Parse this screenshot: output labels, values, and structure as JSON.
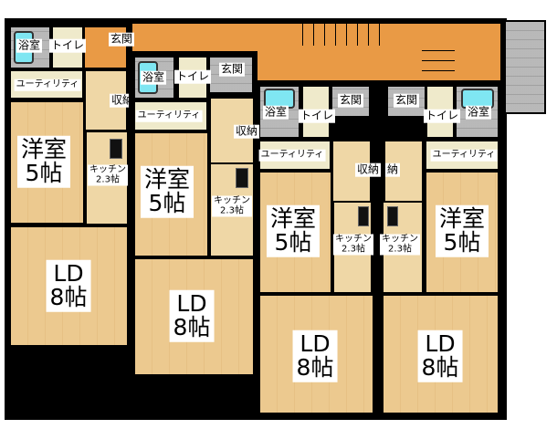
{
  "plan": {
    "units": [
      {
        "bath": "浴室",
        "toilet": "トイレ",
        "entrance": "玄関",
        "utility": "ユーティリティ",
        "storage": "収納",
        "western_room": "洋室\n5帖",
        "kitchen": "キッチン\n2.3帖",
        "ld": "LD\n8帖"
      },
      {
        "bath": "浴室",
        "toilet": "トイレ",
        "entrance": "玄関",
        "utility": "ユーティリティ",
        "storage": "収納",
        "western_room": "洋室\n5帖",
        "kitchen": "キッチン\n2.3帖",
        "ld": "LD\n8帖"
      },
      {
        "bath": "浴室",
        "toilet": "トイレ",
        "entrance": "玄関",
        "utility": "ユーティリティ",
        "storage": "収納",
        "western_room": "洋室\n5帖",
        "kitchen": "キッチン\n2.3帖",
        "ld": "LD\n8帖"
      },
      {
        "bath": "浴室",
        "toilet": "トイレ",
        "entrance": "玄関",
        "utility": "ユーティリティ",
        "storage": "納",
        "western_room": "洋室\n5帖",
        "kitchen": "キッチン\n2.3帖",
        "ld": "LD\n8帖"
      }
    ]
  }
}
